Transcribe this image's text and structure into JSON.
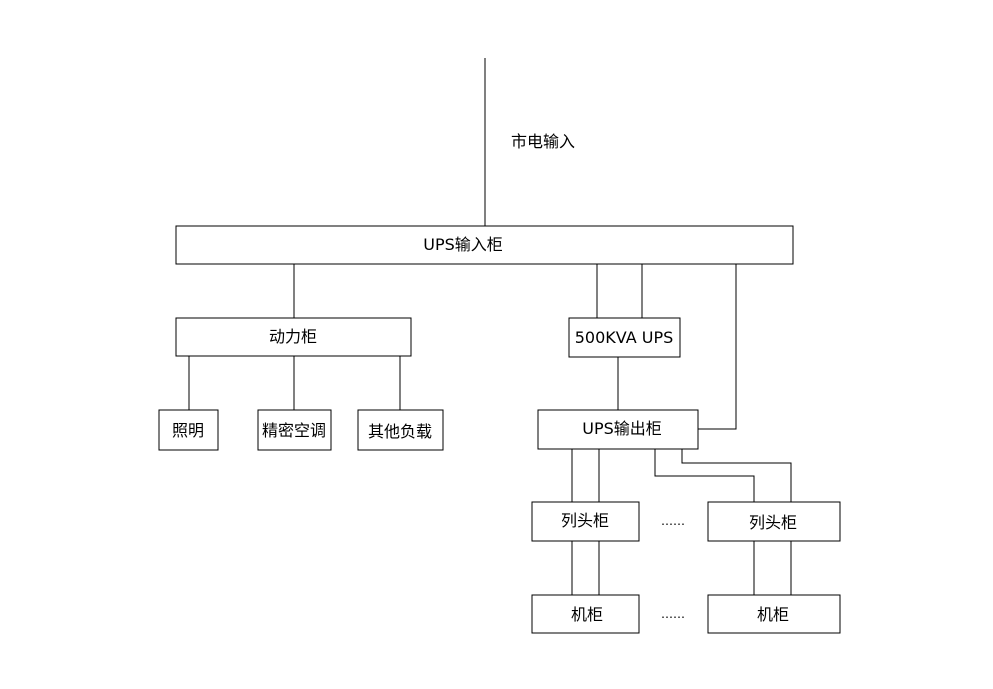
{
  "mains_input": "市电输入",
  "ups_input_cabinet": "UPS输入柜",
  "power_cabinet": "动力柜",
  "ups_unit": "500KVA UPS",
  "lighting": "照明",
  "precision_ac": "精密空调",
  "other_load": "其他负载",
  "ups_output_cabinet": "UPS输出柜",
  "column_head_cabinet_1": "列头柜",
  "column_head_cabinet_2": "列头柜",
  "rack_cabinet_1": "机柜",
  "rack_cabinet_2": "机柜",
  "ellipsis_column_heads": "……",
  "ellipsis_racks": "……"
}
